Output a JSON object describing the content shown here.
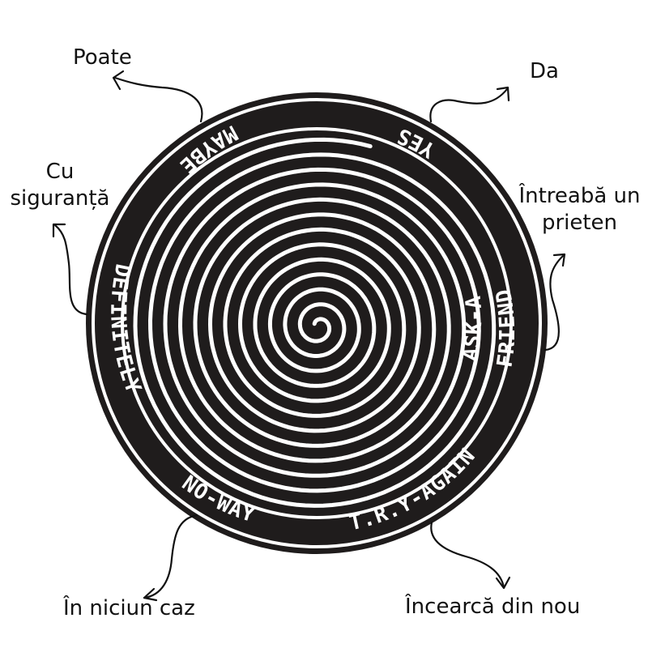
{
  "diagram": {
    "type": "spiral-answer-wheel",
    "colors": {
      "disc": "#1f1c1c",
      "spiral": "#ffffff",
      "background": "#ffffff",
      "text": "#111111"
    },
    "wheel_labels": [
      {
        "id": "yes",
        "text": "YES"
      },
      {
        "id": "maybe",
        "text": "MAYBE"
      },
      {
        "id": "definitely",
        "text": "DEFINITELY"
      },
      {
        "id": "ask-a-friend-1",
        "text": "ASK-A"
      },
      {
        "id": "ask-a-friend-2",
        "text": "FRIEND"
      },
      {
        "id": "no-way",
        "text": "NO-WAY"
      },
      {
        "id": "try-again",
        "text": "T.R.Y-AGAIN"
      }
    ],
    "translations": [
      {
        "id": "maybe",
        "text": "Poate"
      },
      {
        "id": "yes",
        "text": "Da"
      },
      {
        "id": "definitely",
        "line1": "Cu",
        "line2": "siguranță"
      },
      {
        "id": "ask-a-friend",
        "line1": "Întreabă un",
        "line2": "prieten"
      },
      {
        "id": "no-way",
        "text": "În niciun caz"
      },
      {
        "id": "try-again",
        "text": "Încearcă din nou"
      }
    ]
  }
}
